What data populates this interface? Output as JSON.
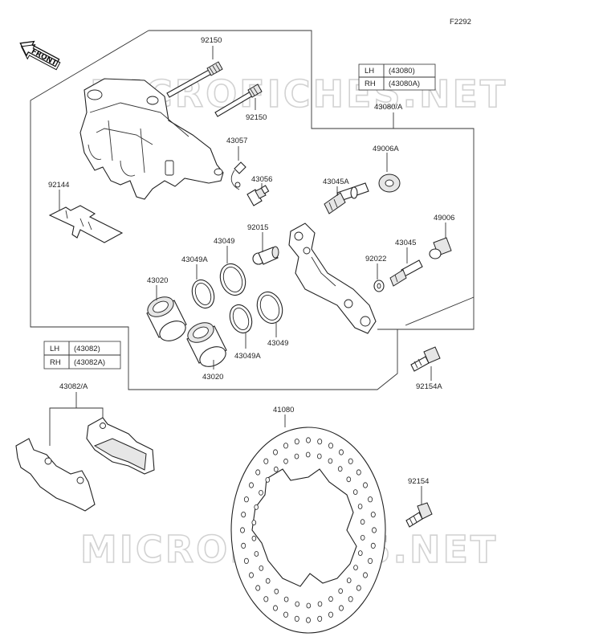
{
  "figure_code": "F2292",
  "watermark": "MICROFICHES.NET",
  "front_arrow": "FRONT",
  "caliper_table": {
    "rows": [
      {
        "side": "LH",
        "part": "(43080)"
      },
      {
        "side": "RH",
        "part": "(43080A)"
      }
    ]
  },
  "pad_table": {
    "rows": [
      {
        "side": "LH",
        "part": "(43082)"
      },
      {
        "side": "RH",
        "part": "(43082A)"
      }
    ]
  },
  "labels": {
    "pin_top": "92150",
    "pin_lower": "92150",
    "caliper_assy": "43080/A",
    "bleeder_cap": "43057",
    "bleeder_valve": "43056",
    "spring": "92144",
    "bushing_a": "49006A",
    "pin_45a": "43045A",
    "bushing": "49006",
    "sleeve": "92015",
    "seal_49_top": "43049",
    "seal_49a_top": "43049A",
    "piston_top": "43020",
    "washer": "92022",
    "pin_45": "43045",
    "seal_49a_bot": "43049A",
    "seal_49_bot": "43049",
    "piston_bot": "43020",
    "bolt_a": "92154A",
    "pads": "43082/A",
    "disc": "41080",
    "bolt": "92154"
  }
}
